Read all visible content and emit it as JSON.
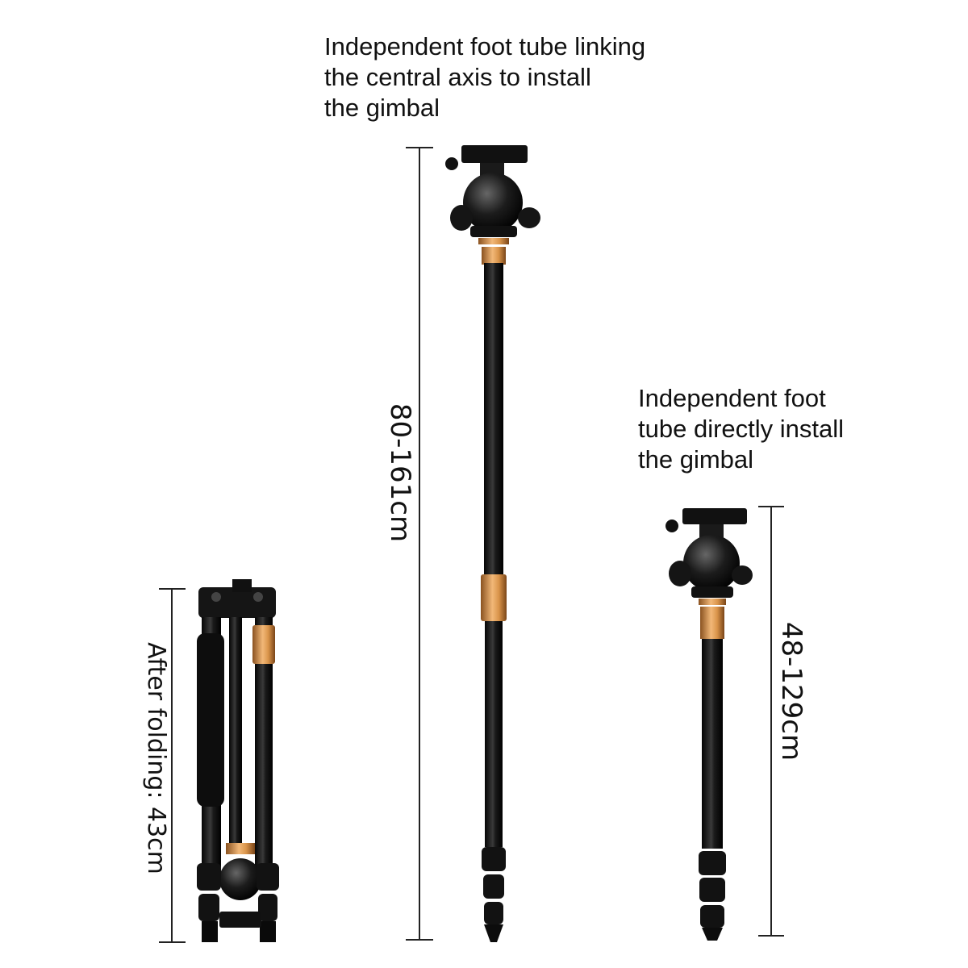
{
  "captions": {
    "top": [
      "Independent foot tube linking",
      "the central axis to install",
      "the gimbal"
    ],
    "right": [
      "Independent foot",
      "tube directly install",
      "the gimbal"
    ]
  },
  "dimensions": {
    "folded": "After folding: 43cm",
    "linked": "80-161cm",
    "direct": "48-129cm"
  },
  "colors": {
    "background": "#ffffff",
    "tube": "#141414",
    "accent_copper": "#d9944a",
    "dimension_line": "#222222"
  }
}
